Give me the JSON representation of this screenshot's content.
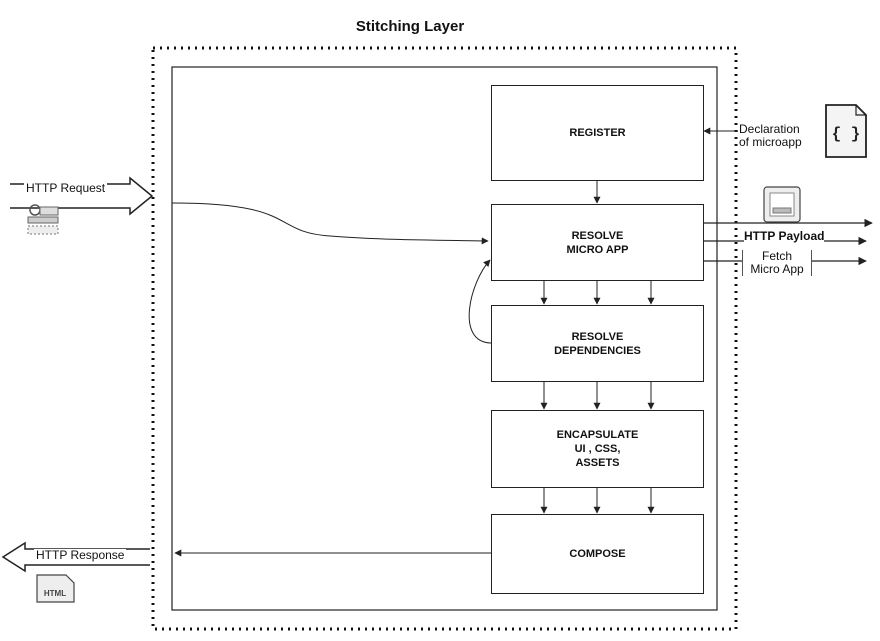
{
  "title": "Stitching Layer",
  "boxes": {
    "register": "REGISTER",
    "resolve_micro_app": "RESOLVE\nMICRO APP",
    "resolve_dependencies": "RESOLVE\nDEPENDENCIES",
    "encapsulate": "ENCAPSULATE\nUI , CSS,\nASSETS",
    "compose": "COMPOSE"
  },
  "labels": {
    "http_request": "HTTP Request",
    "http_response": "HTTP Response",
    "declaration": "Declaration\nof microapp",
    "http_payload": "HTTP Payload",
    "fetch": "Fetch\nMicro App"
  },
  "icons": {
    "json_file": "json-file-icon",
    "server_request": "server-request-icon",
    "html_file": "html-file-icon",
    "payload": "payload-icon"
  }
}
